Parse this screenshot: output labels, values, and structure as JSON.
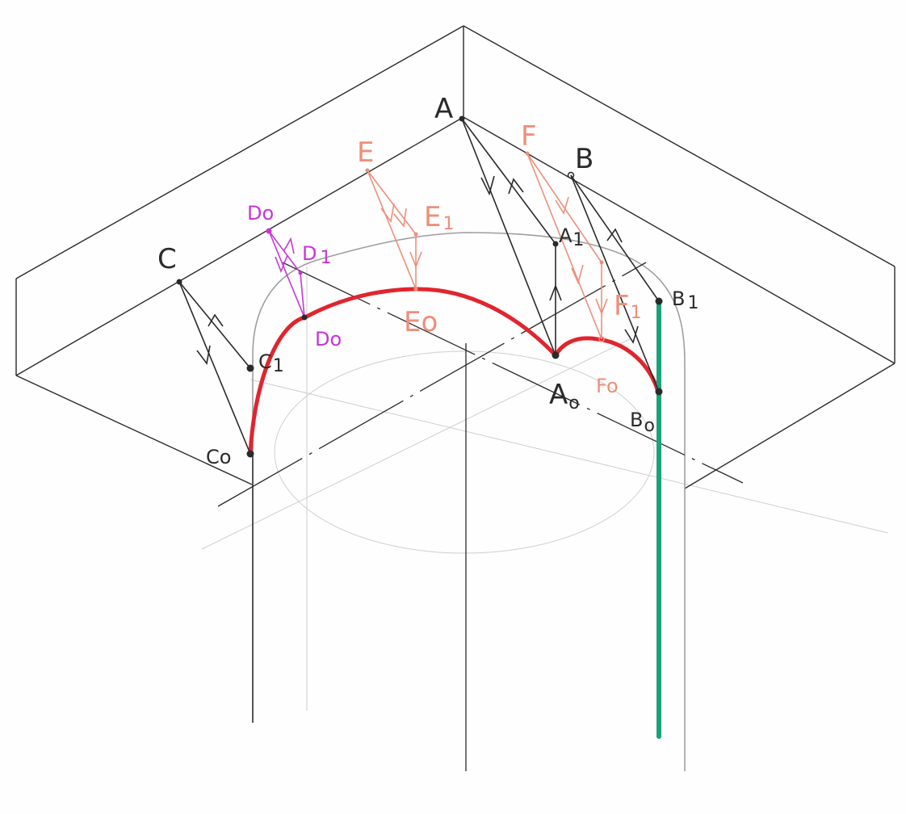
{
  "colors": {
    "pencil": "#2a2a2a",
    "faint": "#bdbdbd",
    "shadow_curve": "#e0252f",
    "salmon": "#ee8f7a",
    "magenta": "#c935d6",
    "green": "#1aa37a",
    "arc_grey": "#9e9e9e"
  },
  "labels": {
    "A": "A",
    "A1": "A",
    "A1_sub": "1",
    "A0": "A",
    "A0_sub": "o",
    "B": "B",
    "B1": "B",
    "B1_sub": "1",
    "B0": "B",
    "B0_sub": "o",
    "C": "C",
    "C1": "C",
    "C1_sub": "1",
    "C0": "Co",
    "D0_top": "Do",
    "D1": "D",
    "D1_sub": "1",
    "D0_bottom": "Do",
    "E": "E",
    "E1": "E",
    "E1_sub": "1",
    "E0": "Eo",
    "F": "F",
    "F1": "F",
    "F1_sub": "1",
    "F0": "Fo"
  }
}
